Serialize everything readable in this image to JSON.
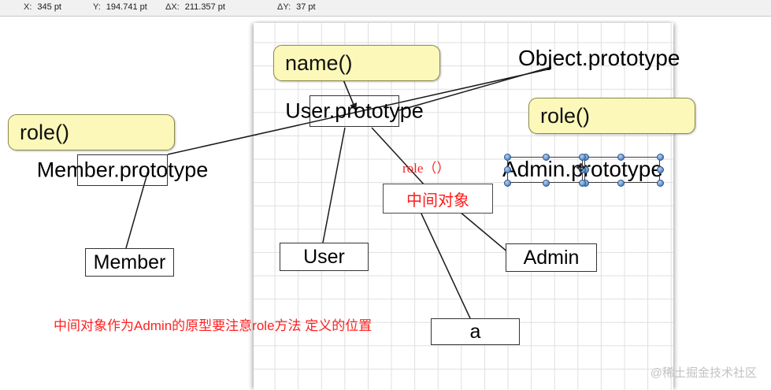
{
  "toolbar": {
    "fields": [
      {
        "label": "X:",
        "value": "345 pt"
      },
      {
        "label": "Y:",
        "value": "194.741 pt"
      },
      {
        "label": "ΔX:",
        "value": "211.357 pt"
      },
      {
        "label": "ΔY:",
        "value": "37 pt"
      }
    ]
  },
  "diagram": {
    "nodes": {
      "role_left": {
        "label": "role()"
      },
      "name_top": {
        "label": "name()"
      },
      "role_right": {
        "label": "role()"
      },
      "object_prototype": {
        "label": "Object.prototype"
      },
      "user_prototype": {
        "label": "User.prototype"
      },
      "member_prototype": {
        "label": "Member.prototype"
      },
      "admin_prototype": {
        "label": "Admin.prototype"
      },
      "intermediate": {
        "label": "中间对象"
      },
      "role_red_label": {
        "label": "role（）"
      },
      "user": {
        "label": "User"
      },
      "member": {
        "label": "Member"
      },
      "admin": {
        "label": "Admin"
      },
      "a": {
        "label": "a"
      }
    },
    "annotation": {
      "text": "中间对象作为Admin的原型要注意role方法 定义的位置"
    },
    "colors": {
      "yellow_fill": "#fbf8ba",
      "yellow_border": "#8a8a4a",
      "red_accent": "#ff2020",
      "node_border": "#333333",
      "grid_line": "#dfdfdf",
      "handle_blue": "#2d5f9e"
    }
  },
  "watermark": {
    "text": "@稀土掘金技术社区"
  }
}
